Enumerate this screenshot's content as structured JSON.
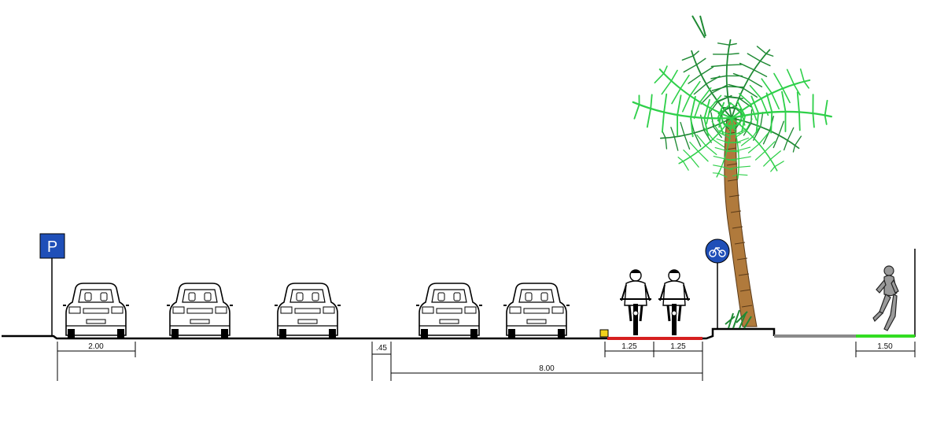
{
  "colors": {
    "ground": "#000000",
    "parking_sign": "#1f4fb8",
    "bike_sign": "#1f4fb8",
    "bike_lane": "#d62020",
    "curb_marker": "#f2d21b",
    "walkway": "#8a8a8a",
    "green_strip": "#33dd22",
    "palm_leaf": "#2fd04a",
    "palm_leaf_dark": "#1f8a34",
    "palm_trunk": "#b07a3c"
  },
  "icons": [
    "parking-sign-icon",
    "bicycle-sign-icon",
    "car-icon",
    "cyclist-icon",
    "palm-tree-icon",
    "runner-icon"
  ],
  "signs": {
    "parking_letter": "P"
  },
  "dimensions": [
    {
      "id": "parking-width",
      "label": "2.00"
    },
    {
      "id": "separator-width",
      "label": ".45"
    },
    {
      "id": "carriageway-width",
      "label": "8.00"
    },
    {
      "id": "bike-lane-1-width",
      "label": "1.25"
    },
    {
      "id": "bike-lane-2-width",
      "label": "1.25"
    },
    {
      "id": "sidewalk-width",
      "label": "1.50"
    }
  ]
}
